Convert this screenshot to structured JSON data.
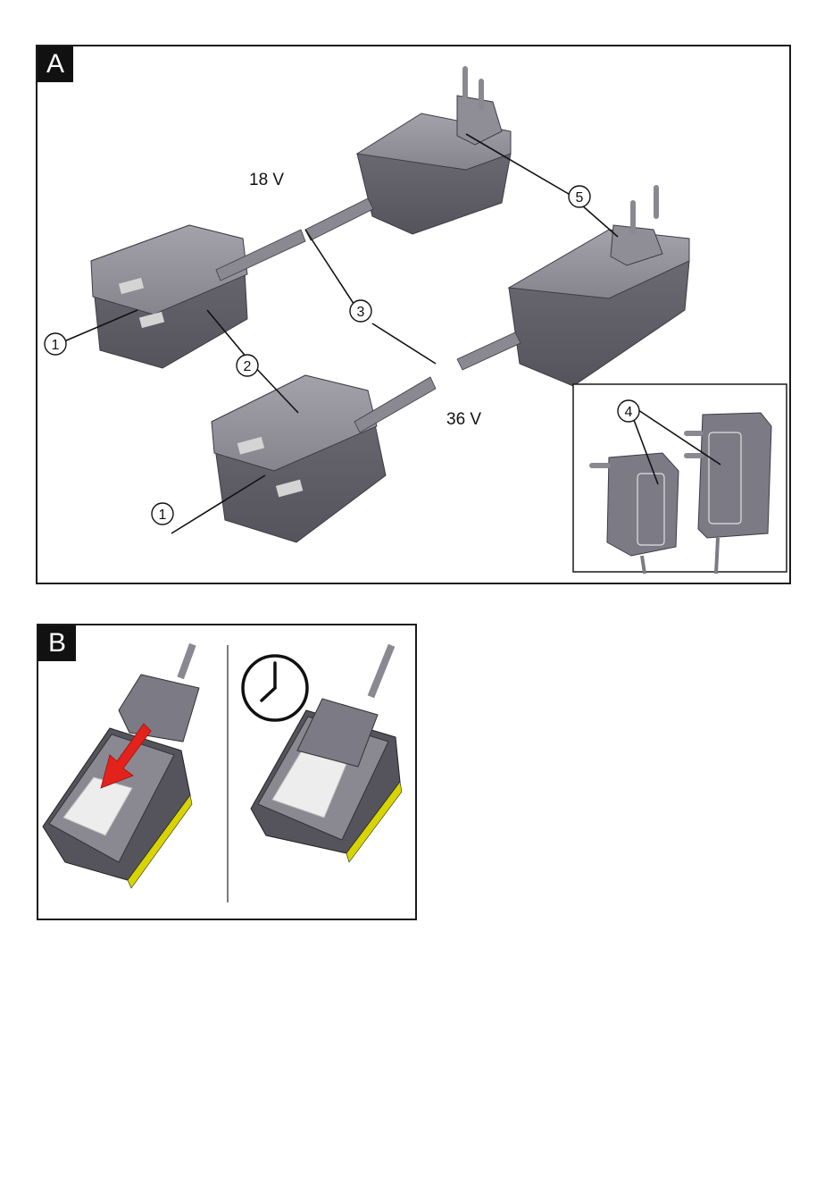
{
  "panel_a": {
    "label": "A",
    "voltage_18": "18 V",
    "voltage_36": "36 V",
    "callouts": [
      "1",
      "2",
      "3",
      "4",
      "5"
    ]
  },
  "panel_b": {
    "label": "B"
  },
  "colors": {
    "device_gray": "#7c7a84",
    "device_light": "#9b99a2",
    "device_dark": "#55535c",
    "arrow_red": "#e3231b",
    "battery_yellow": "#d8d400",
    "outline": "#111111"
  }
}
